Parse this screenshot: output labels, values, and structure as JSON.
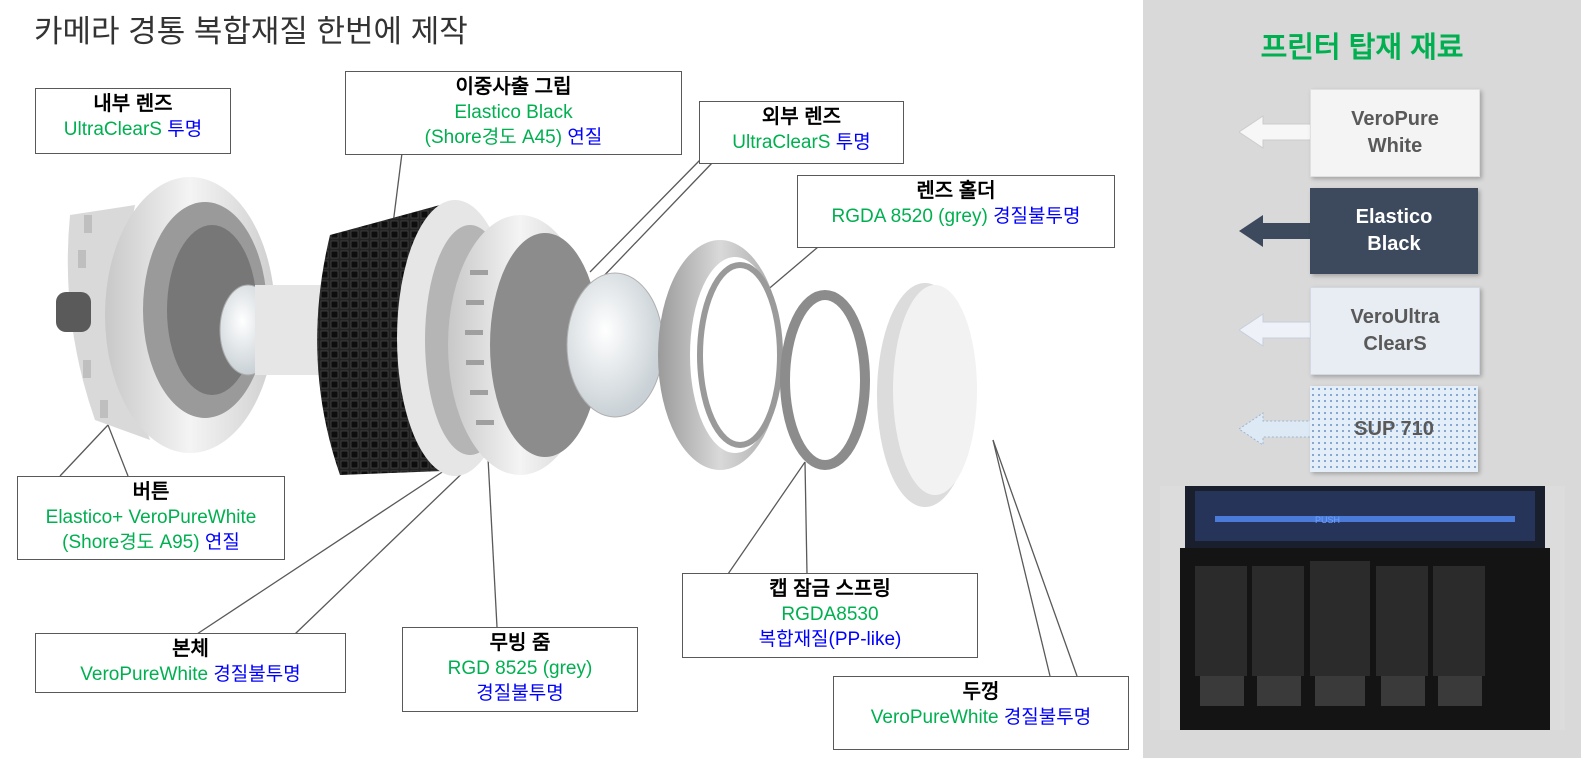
{
  "title": "카메라 경통 복합재질 한번에 제작",
  "callouts": {
    "inner_lens": {
      "name": "내부 렌즈",
      "material": "UltraClearS",
      "property": "투명"
    },
    "grip": {
      "name": "이중사출 그립",
      "material": "Elastico Black",
      "material2": "(Shore경도 A45)",
      "property": "연질"
    },
    "outer_lens": {
      "name": "외부 렌즈",
      "material": "UltraClearS",
      "property": "투명"
    },
    "lens_holder": {
      "name": "렌즈 홀더",
      "material": "RGDA 8520 (grey)",
      "property": "경질불투명"
    },
    "button": {
      "name": "버튼",
      "material": "Elastico+ VeroPureWhite",
      "material2": "(Shore경도 A95)",
      "property": "연질"
    },
    "body": {
      "name": "본체",
      "material": "VeroPureWhite",
      "property": "경질불투명"
    },
    "zoom": {
      "name": "무빙 줌",
      "material": "RGD 8525 (grey)",
      "property": "경질불투명"
    },
    "spring": {
      "name": "캡 잠금 스프링",
      "material": "RGDA8530",
      "property": "복합재질(PP-like)"
    },
    "cap": {
      "name": "두껑",
      "material": "VeroPureWhite",
      "property": "경질불투명"
    }
  },
  "side_panel": {
    "title": "프린터 탑재 재료",
    "materials": [
      {
        "line1": "VeroPure",
        "line2": "White",
        "color": "#f4f4f4"
      },
      {
        "line1": "Elastico",
        "line2": "Black",
        "color": "#3d4a5e"
      },
      {
        "line1": "VeroUltra",
        "line2": "ClearS",
        "color": "#e8ecf3"
      },
      {
        "line1": "SUP 710",
        "line2": "",
        "color": "#dde9f5"
      }
    ],
    "printer_label": "PUSH"
  },
  "colors": {
    "material_text": "#00b050",
    "property_text": "#0000ff",
    "panel_bg": "#d9d9d9"
  }
}
